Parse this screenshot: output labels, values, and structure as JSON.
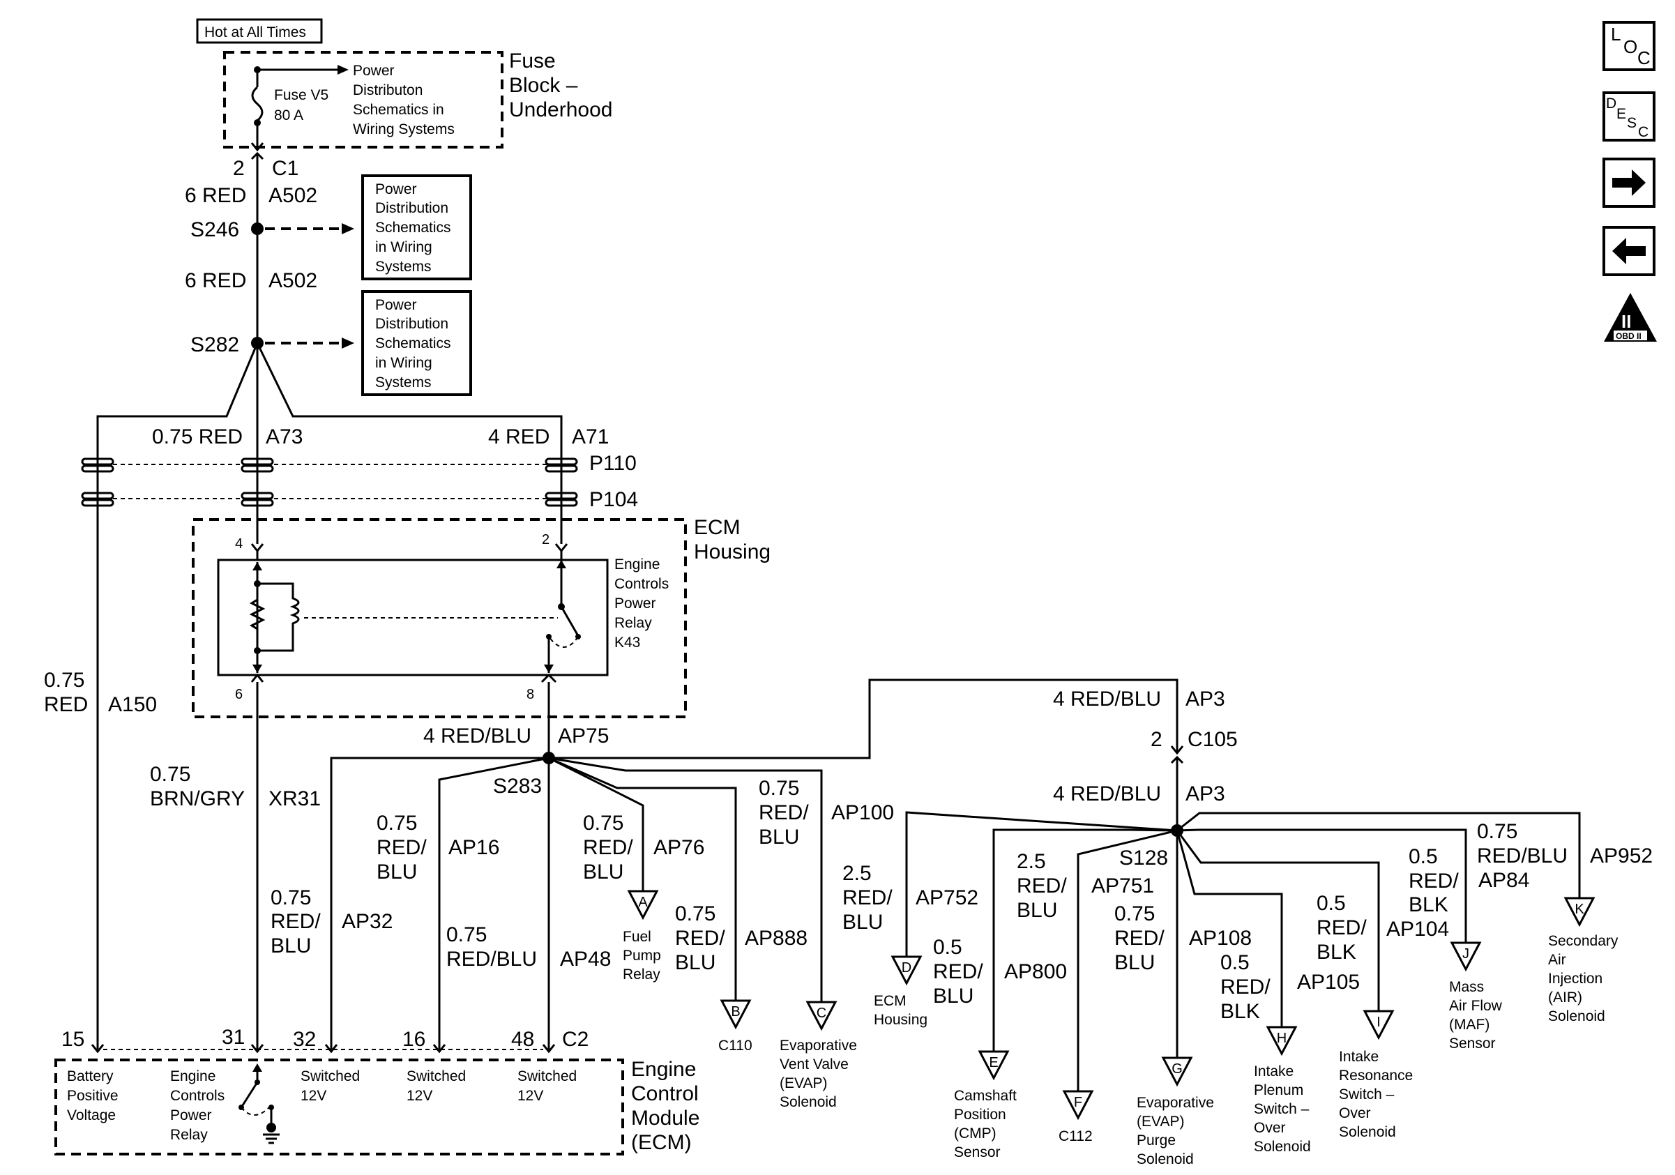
{
  "header": {
    "hot_at_all_times": "Hot at All Times"
  },
  "fuse_block": {
    "title": [
      "Fuse",
      "Block –",
      "Underhood"
    ],
    "fuse_label": [
      "Fuse V5",
      "80 A"
    ],
    "power_note": [
      "Power",
      "Distributon",
      "Schematics in",
      "Wiring Systems"
    ]
  },
  "c1": {
    "pin": "2",
    "name": "C1"
  },
  "a502_top": {
    "gauge": "6 RED",
    "circuit": "A502"
  },
  "s246": "S246",
  "a502_mid": {
    "gauge": "6 RED",
    "circuit": "A502"
  },
  "s282": "S282",
  "power_box": [
    "Power",
    "Distribution",
    "Schematics",
    "in Wiring",
    "Systems"
  ],
  "a73": {
    "gauge": "0.75 RED",
    "circuit": "A73"
  },
  "a71": {
    "gauge": "4 RED",
    "circuit": "A71"
  },
  "p110": "P110",
  "p104": "P104",
  "ecm_housing": [
    "ECM",
    "Housing"
  ],
  "relay_pins": {
    "p4": "4",
    "p2": "2",
    "p6": "6",
    "p8": "8"
  },
  "relay_label": [
    "Engine",
    "Controls",
    "Power",
    "Relay",
    "K43"
  ],
  "a150": {
    "gauge": [
      "0.75",
      "RED"
    ],
    "circuit": "A150"
  },
  "xr31": {
    "gauge": [
      "0.75",
      "BRN/GRY"
    ],
    "circuit": "XR31"
  },
  "ap75": {
    "gauge": "4 RED/BLU",
    "circuit": "AP75"
  },
  "s283": "S283",
  "ap32": {
    "gauge": [
      "0.75",
      "RED/",
      "BLU"
    ],
    "circuit": "AP32"
  },
  "ap16": {
    "gauge": [
      "0.75",
      "RED/",
      "BLU"
    ],
    "circuit": "AP16"
  },
  "ap48": {
    "gauge": [
      "0.75",
      "RED/BLU"
    ],
    "circuit": "AP48"
  },
  "ap76": {
    "gauge": [
      "0.75",
      "RED/",
      "BLU"
    ],
    "circuit": "AP76"
  },
  "ap888": {
    "gauge": [
      "0.75",
      "RED/",
      "BLU"
    ],
    "circuit": "AP888"
  },
  "ap100": {
    "gauge": [
      "0.75",
      "RED/",
      "BLU"
    ],
    "circuit": "AP100"
  },
  "ap3_top": {
    "gauge": "4 RED/BLU",
    "circuit": "AP3"
  },
  "c105": {
    "pin": "2",
    "name": "C105"
  },
  "ap3_bottom": {
    "gauge": "4 RED/BLU",
    "circuit": "AP3"
  },
  "s128": "S128",
  "ap752": {
    "gauge": [
      "2.5",
      "RED/",
      "BLU"
    ],
    "circuit": "AP752"
  },
  "ap751": {
    "gauge": [
      "2.5",
      "RED/",
      "BLU"
    ],
    "circuit": "AP751"
  },
  "ap800": {
    "gauge": [
      "0.5",
      "RED/",
      "BLU"
    ],
    "circuit": "AP800"
  },
  "evap_purge_wire": {
    "gauge": [
      "0.75",
      "RED/",
      "BLU"
    ]
  },
  "ap108": {
    "gauge": [
      "0.5",
      "RED/",
      "BLK"
    ],
    "circuit": "AP108"
  },
  "ap105": {
    "gauge": [
      "0.5",
      "RED/",
      "BLK"
    ],
    "circuit": "AP105"
  },
  "ap104": {
    "gauge": [
      "0.5",
      "RED/",
      "BLK"
    ],
    "circuit": "AP104"
  },
  "ap84": {
    "gauge": [
      "0.75",
      "RED/BLU"
    ],
    "circuit": "AP84"
  },
  "ap952": {
    "circuit": "AP952"
  },
  "ecm_pins": {
    "p15": "15",
    "p31": "31",
    "p32": "32",
    "p16": "16",
    "p48": "48",
    "c2": "C2"
  },
  "ecm_title": [
    "Engine",
    "Control",
    "Module",
    "(ECM)"
  ],
  "ecm_cells": {
    "battery": [
      "Battery",
      "Positive",
      "Voltage"
    ],
    "relay": [
      "Engine",
      "Controls",
      "Power",
      "Relay"
    ],
    "sw1": [
      "Switched",
      "12V"
    ],
    "sw2": [
      "Switched",
      "12V"
    ],
    "sw3": [
      "Switched",
      "12V"
    ]
  },
  "refs": {
    "A": {
      "letter": "A",
      "label": [
        "Fuel",
        "Pump",
        "Relay"
      ]
    },
    "B": {
      "letter": "B",
      "label": [
        "C110"
      ]
    },
    "C": {
      "letter": "C",
      "label": [
        "Evaporative",
        "Vent Valve",
        "(EVAP)",
        "Solenoid"
      ]
    },
    "D": {
      "letter": "D",
      "label": [
        "ECM",
        "Housing"
      ]
    },
    "E": {
      "letter": "E",
      "label": [
        "Camshaft",
        "Position",
        "(CMP)",
        "Sensor"
      ]
    },
    "F": {
      "letter": "F",
      "label": [
        "C112"
      ]
    },
    "G": {
      "letter": "G",
      "label": [
        "Evaporative",
        "(EVAP)",
        "Purge",
        "Solenoid"
      ]
    },
    "H": {
      "letter": "H",
      "label": [
        "Intake",
        "Plenum",
        "Switch –",
        "Over",
        "Solenoid"
      ]
    },
    "I": {
      "letter": "I",
      "label": [
        "Intake",
        "Resonance",
        "Switch –",
        "Over",
        "Solenoid"
      ]
    },
    "J": {
      "letter": "J",
      "label": [
        "Mass",
        "Air Flow",
        "(MAF)",
        "Sensor"
      ]
    },
    "K": {
      "letter": "K",
      "label": [
        "Secondary",
        "Air",
        "Injection",
        "(AIR)",
        "Solenoid"
      ]
    }
  },
  "nav": {
    "loc": "LOC",
    "desc": "DESC",
    "forward": "right-arrow-icon",
    "back": "left-arrow-icon",
    "obd": "OBD II"
  },
  "nav_obd_numeral": "II"
}
